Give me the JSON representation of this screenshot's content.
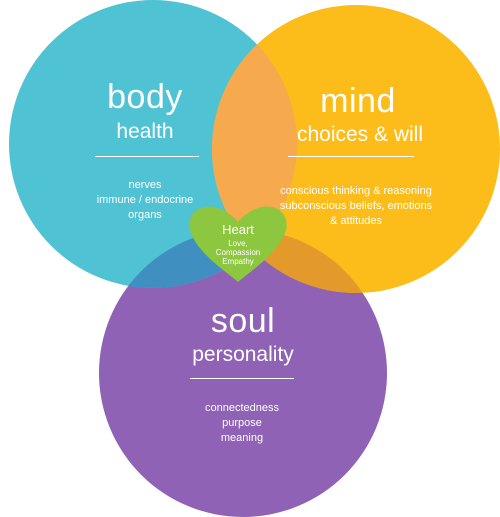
{
  "colors": {
    "body": "#4fc3d4",
    "mind": "#fcbd1a",
    "soul": "#8f62b6",
    "heart": "#8dc63f",
    "overlap_body_mind": "#f6a94d",
    "overlap_body_soul": "#3f8fc0",
    "overlap_mind_soul": "#e39a2a"
  },
  "body": {
    "title": "body",
    "subtitle": "health",
    "items": [
      "nerves",
      "immune / endocrine",
      "organs"
    ]
  },
  "mind": {
    "title": "mind",
    "subtitle": "choices & will",
    "items": [
      "conscious  thinking & reasoning",
      "subconscious  beliefs, emotions",
      "&  attitudes"
    ]
  },
  "soul": {
    "title": "soul",
    "subtitle": "personality",
    "items": [
      "connectedness",
      "purpose",
      "meaning"
    ]
  },
  "heart": {
    "title": "Heart",
    "items": [
      "Love,",
      "Compassion",
      "Empathy"
    ]
  }
}
